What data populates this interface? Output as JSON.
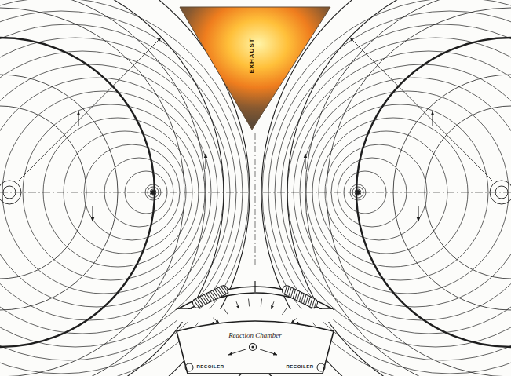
{
  "diagram": {
    "nodes": [
      {
        "text": [
          "EXHAUST"
        ]
      },
      {
        "text": [
          "Reaction Chamber"
        ]
      }
    ],
    "labels": [
      "RECOILER",
      "RECOILER"
    ]
  }
}
